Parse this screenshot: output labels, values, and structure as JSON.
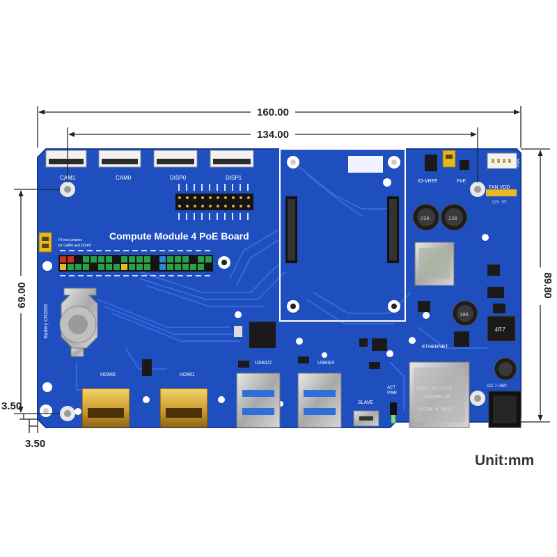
{
  "dimensions": {
    "overall_width": "160.00",
    "hole_spacing_x": "134.00",
    "hole_spacing_y": "69.00",
    "overall_height": "89.80",
    "hole_offset_y": "3.50",
    "hole_offset_x": "3.50"
  },
  "unit_label": "Unit:mm",
  "board": {
    "title": "Compute Module 4 PoE Board",
    "colors": {
      "pcb": "#1f4fbf",
      "trace": "#3a6fe0",
      "dim_line": "#222222"
    },
    "labels": {
      "cam1": "CAM1",
      "cam0": "CAM0",
      "disp0": "DISP0",
      "disp1": "DISP1",
      "io_vref": "IO-VREF",
      "poe": "PoE",
      "fan_vdd": "FAN VDD",
      "fan_v": "12V  5V",
      "battery": "Battery CR2032",
      "jumper_note_1": "Fit two jumpers",
      "jumper_note_2": "for CAM0 and DISP0",
      "usb12": "USB1/2",
      "usb34": "USB3/4",
      "hdmi0": "HDMI0",
      "hdmi1": "HDMI1",
      "ethernet": "ETHERNET",
      "slave": "SLAVE",
      "act": "ACT",
      "pwr": "PWR",
      "dc_in": "DC 7~36V",
      "inductor": "4R7",
      "cap_1": "220",
      "cap_2": "220",
      "cap_3": "100",
      "fan_header": "FAN"
    },
    "magjack_text": [
      "HRK1-1B71PG5",
      "-36A1BB-1R",
      "CHINA  M 1842"
    ]
  }
}
